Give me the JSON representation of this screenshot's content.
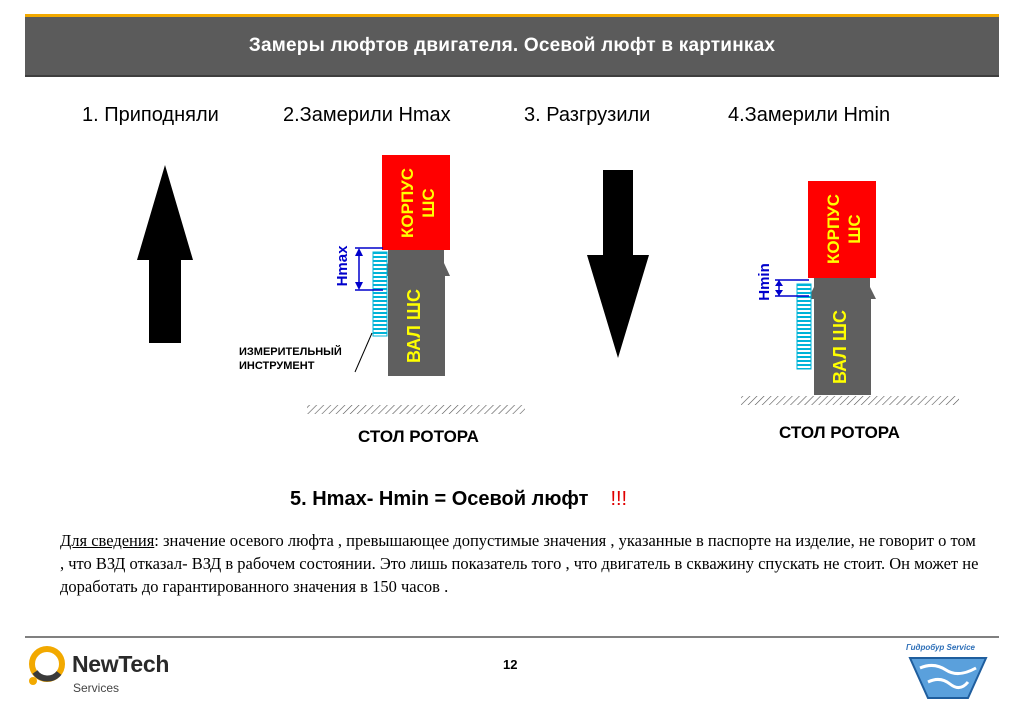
{
  "header": {
    "title": "Замеры люфтов двигателя. Осевой люфт в картинках"
  },
  "steps": [
    {
      "label": "1. Приподняли"
    },
    {
      "label": "2.Замерили Hmax"
    },
    {
      "label": "3. Разгрузили"
    },
    {
      "label": "4.Замерили Hmin"
    }
  ],
  "diagram": {
    "housing_label": "КОРПУС ШС",
    "housing_line1": "КОРПУС",
    "housing_line2": "ШС",
    "shaft_label": "ВАЛ ШС",
    "hmax_label": "Hmax",
    "hmin_label": "Hmin",
    "tool_line1": "ИЗМЕРИТЕЛЬНЫЙ",
    "tool_line2": "ИНСТРУМЕНТ",
    "table_label": "СТОЛ РОТОРА",
    "colors": {
      "housing": "#ff0000",
      "shaft": "#5f5f5f",
      "label_yellow": "#ffff00",
      "dim_blue": "#0000cc",
      "gauge": "#00b4d8"
    }
  },
  "formula": {
    "text": "5.  Hmax- Hmin = Осевой люфт",
    "exclaim": "!!!"
  },
  "note": {
    "lead": "Для сведения",
    "text": ": значение осевого люфта , превышающее допустимые значения , указанные в паспорте на изделие, не говорит о том , что ВЗД отказал- ВЗД в рабочем состоянии. Это лишь показатель того , что двигатель в скважину спускать не стоит. Он может не доработать до гарантированного значения в 150 часов ."
  },
  "footer": {
    "page": "12",
    "logo_name": "NewTech",
    "logo_sub": "Services",
    "partner": "Гидробур Service"
  }
}
